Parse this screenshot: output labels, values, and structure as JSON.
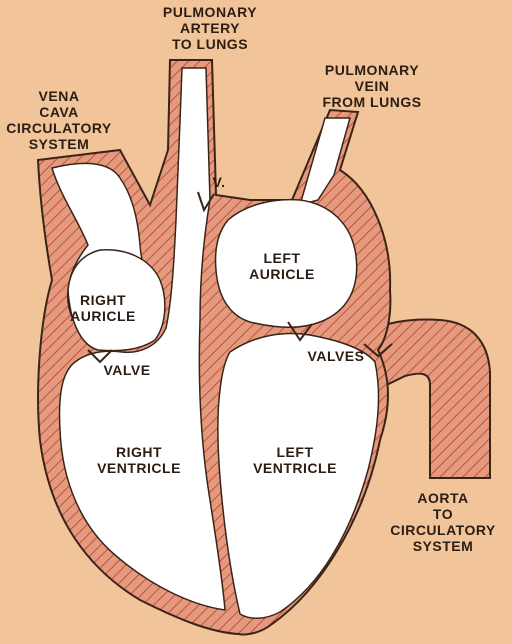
{
  "labels": {
    "pulmonary_artery": [
      "PULMONARY",
      "ARTERY",
      "TO LUNGS"
    ],
    "pulmonary_vein": [
      "PULMONARY",
      "VEIN",
      "FROM LUNGS"
    ],
    "vena_cava": [
      "VENA",
      "CAVA",
      "CIRCULATORY",
      "SYSTEM"
    ],
    "valve_v": "V.",
    "left_auricle": [
      "LEFT",
      "AURICLE"
    ],
    "right_auricle": [
      "RIGHT",
      "AURICLE"
    ],
    "valves": "VALVES",
    "valve": "VALVE",
    "right_ventricle": [
      "RIGHT",
      "VENTRICLE"
    ],
    "left_ventricle": [
      "LEFT",
      "VENTRICLE"
    ],
    "aorta": [
      "AORTA",
      "TO",
      "CIRCULATORY",
      "SYSTEM"
    ]
  },
  "colors": {
    "background": "#F2C49A",
    "wall": "#E49A7E",
    "hatch": "#C4503A",
    "outline": "#3a2418",
    "chamber": "#FFFFFF"
  }
}
